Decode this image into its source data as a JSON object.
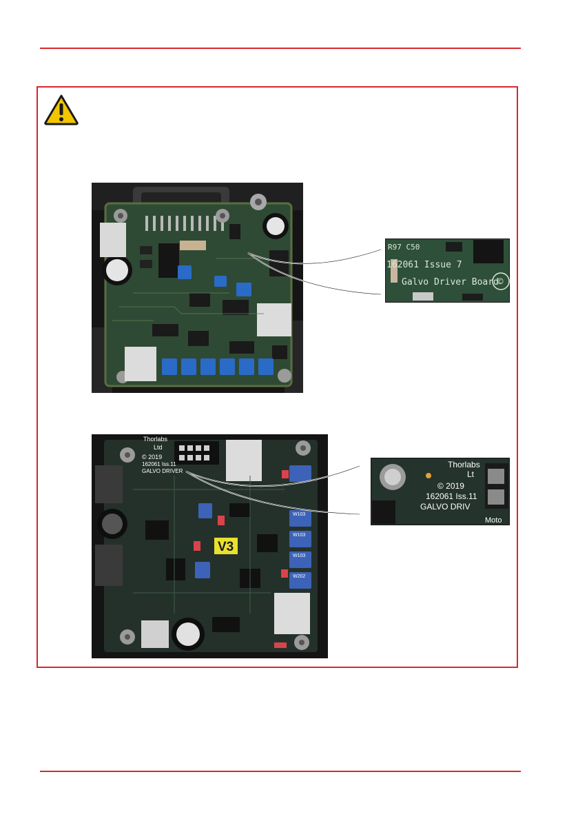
{
  "colors": {
    "accent_red": "#d8262e",
    "warning_yellow": "#f2c500",
    "pcb_green": "#2f4a34",
    "pcb_dark": "#1f2a22"
  },
  "warning": {
    "icon": "warning-triangle-icon"
  },
  "board_old": {
    "zoom_lines": [
      "R97 C50",
      "162061 Issue 7",
      "Galvo Driver Board"
    ],
    "copyright_mark": "©"
  },
  "board_new": {
    "badge": "V3",
    "silk_top": [
      "Thorlabs",
      "Ltd",
      "© 2019",
      "162061 Iss.11",
      "GALVO DRIVER"
    ],
    "zoom_lines": [
      "Thorlabs",
      "Lt",
      "©  2019",
      "162061 Iss.11",
      "GALVO DRIV",
      "Moto"
    ],
    "pot_labels": [
      "W103",
      "W103",
      "W103",
      "W202"
    ]
  }
}
